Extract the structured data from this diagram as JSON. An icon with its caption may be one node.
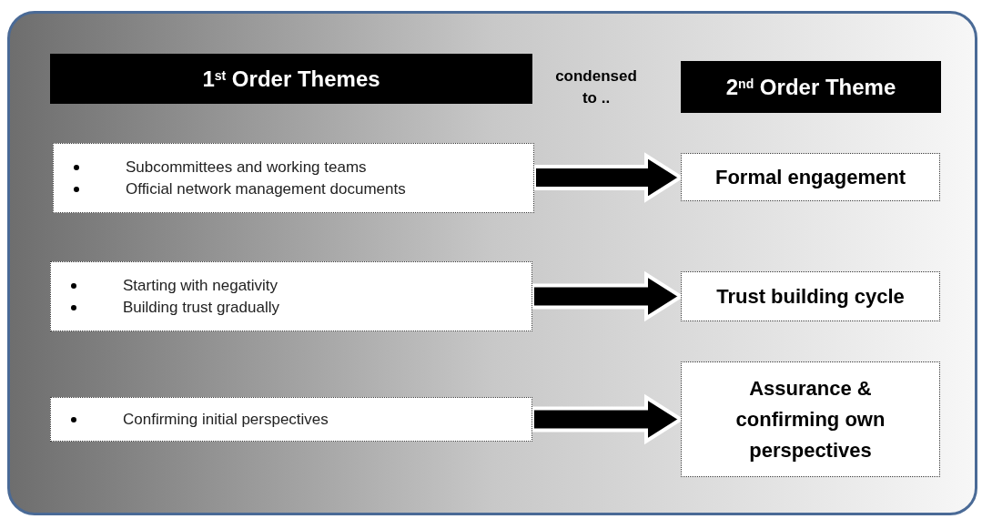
{
  "diagram": {
    "nodes": [
      {
        "text": [
          "1$^{st}$ Order Themes"
        ]
      },
      {
        "text": [
          "2$^{nd}$ Order Theme"
        ]
      },
      {
        "text": [
          "Subcommittees and working teams",
          "Official network management documents"
        ]
      },
      {
        "text": [
          "Formal engagement"
        ]
      },
      {
        "text": [
          "Starting with negativity",
          "Building trust gradually"
        ]
      },
      {
        "text": [
          "Trust building cycle"
        ]
      },
      {
        "text": [
          "Confirming initial perspectives"
        ]
      },
      {
        "text": [
          "Assurance & confirming own perspectives"
        ]
      }
    ],
    "edges": [
      {
        "from": 2,
        "to": 3,
        "arrow": "to",
        "style": "thick"
      },
      {
        "from": 4,
        "to": 5,
        "arrow": "to",
        "style": "thick"
      },
      {
        "from": 6,
        "to": 7,
        "arrow": "to",
        "style": "thick"
      }
    ],
    "labels": [
      "condensed to .."
    ]
  }
}
